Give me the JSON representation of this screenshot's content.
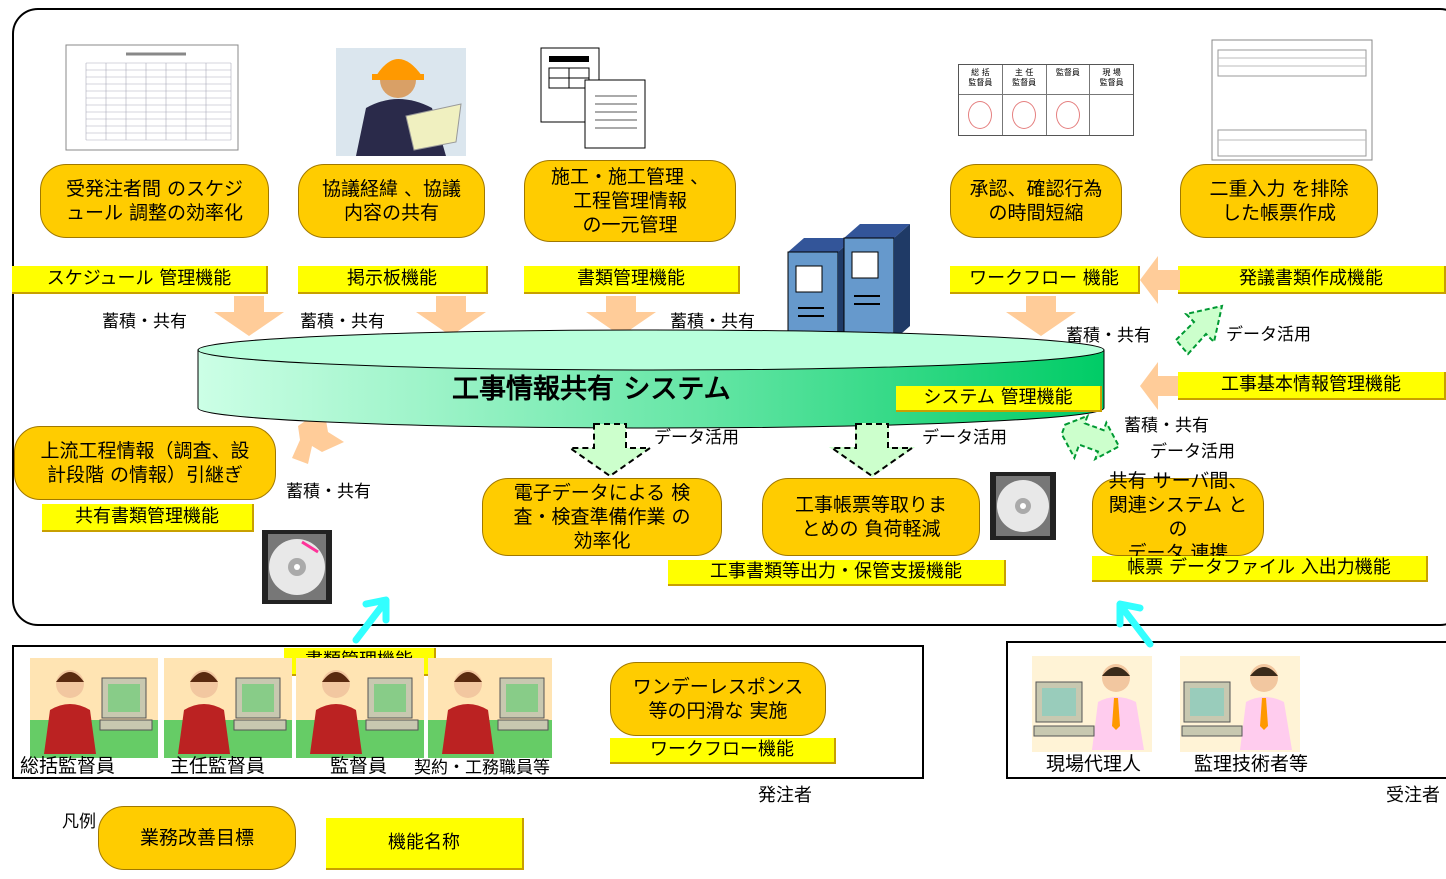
{
  "system_title": "工事情報共有 システム",
  "goals": {
    "schedule": "受発注者間 のスケジ\nュール 調整の効率化",
    "discussion": "協議経緯 、協議\n内容の共有",
    "construction_mgmt": "施工・施工管理 、\n工程管理情報\nの一元管理",
    "approval": "承認、確認行為\nの時間短縮",
    "double_entry": "二重入力 を排除\nした帳票作成",
    "upstream": "上流工程情報（調査、設\n計段階 の情報）引継ぎ",
    "inspection": "電子データによる 検\n査・検査準備作業 の\n効率化",
    "forms_load": "工事帳票等取りま\nとめの 負荷軽減",
    "server_link": "共有 サーバ間、\n関連システム との\nデータ 連携",
    "one_day": "ワンデーレスポンス\n等の円滑な 実施"
  },
  "functions": {
    "schedule": "スケジュール 管理機能",
    "bulletin": "掲示板機能",
    "document": "書類管理機能",
    "workflow": "ワークフロー 機能",
    "order_docs": "発議書類作成機能",
    "basic_info": "工事基本情報管理機能",
    "system_admin": "システム 管理機能",
    "shared_docs": "共有書類管理機能",
    "output_storage": "工事書類等出力・保管支援機能",
    "form_io": "帳票 データファイル 入出力機能",
    "document_client": "書類管理機能",
    "workflow_client": "ワークフロー機能"
  },
  "flow_labels": {
    "store_share_1": "蓄積・共有",
    "store_share_2": "蓄積・共有",
    "store_share_3": "蓄積・共有",
    "store_share_4": "蓄積・共有",
    "store_share_5": "蓄積・共有",
    "store_share_6": "蓄積・共有",
    "data_use_1": "データ活用",
    "data_use_2": "データ活用",
    "data_use_3": "データ活用",
    "data_use_4": "データ活用"
  },
  "persons": {
    "general_supervisor": "総括監督員",
    "chief_supervisor": "主任監督員",
    "supervisor": "監督員",
    "contract_staff": "契約・工務職員等",
    "site_agent": "現場代理人",
    "supervising_engineer": "監理技術者等"
  },
  "groups": {
    "orderer": "発注者",
    "contractor": "受注者"
  },
  "approval_sheet": {
    "cols": [
      "総 括\n監督員",
      "主 任\n監督員",
      "監督員",
      "現 場\n監督員"
    ]
  },
  "legend": {
    "title": "凡例",
    "goal_label": "業務改善目標",
    "function_label": "機能名称"
  },
  "colors": {
    "goal_fill": "#ffcc00",
    "function_fill": "#ffff00",
    "cylinder_light": "#ccffe6",
    "cylinder_dark": "#00cc66",
    "arrow_orange": "#ffcc99",
    "arrow_green": "#ccffcc",
    "arrow_cyan": "#33ffff"
  }
}
